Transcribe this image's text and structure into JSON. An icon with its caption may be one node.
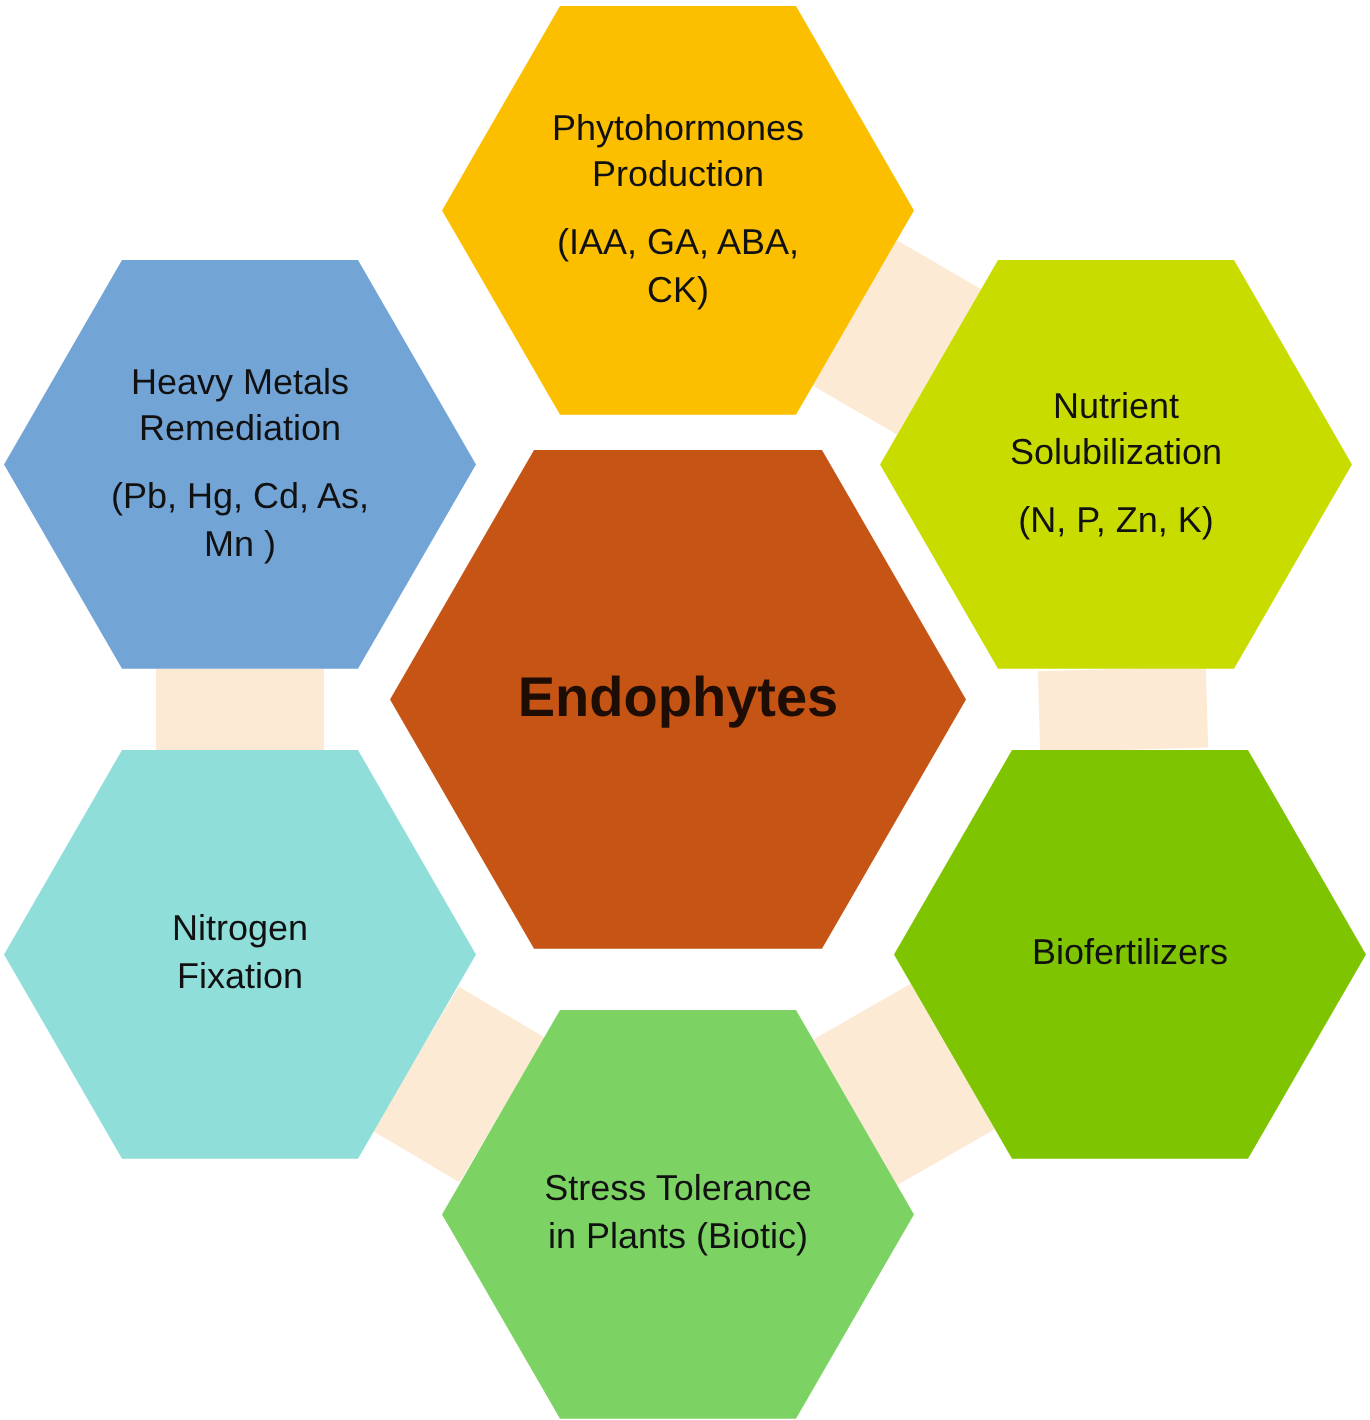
{
  "diagram": {
    "nodes": [
      {
        "text": [
          "Phytohormones Production",
          "(IAA, GA, ABA, CK)"
        ]
      },
      {
        "text": [
          "Heavy Metals Remediation",
          "(Pb, Hg, Cd, As, Mn )"
        ]
      },
      {
        "text": [
          "Nutrient Solubilization",
          "(N, P, Zn, K)"
        ]
      },
      {
        "text": [
          "Endophytes"
        ]
      },
      {
        "text": [
          "Nitrogen Fixation"
        ]
      },
      {
        "text": [
          "Biofertilizers"
        ]
      },
      {
        "text": [
          "Stress Tolerance in Plants (Biotic)"
        ]
      }
    ],
    "edges": [
      {
        "from": 0,
        "to": 2,
        "arrow": "none"
      },
      {
        "from": 2,
        "to": 5,
        "arrow": "none"
      },
      {
        "from": 5,
        "to": 6,
        "arrow": "none"
      },
      {
        "from": 6,
        "to": 4,
        "arrow": "none"
      },
      {
        "from": 4,
        "to": 1,
        "arrow": "none"
      }
    ]
  }
}
